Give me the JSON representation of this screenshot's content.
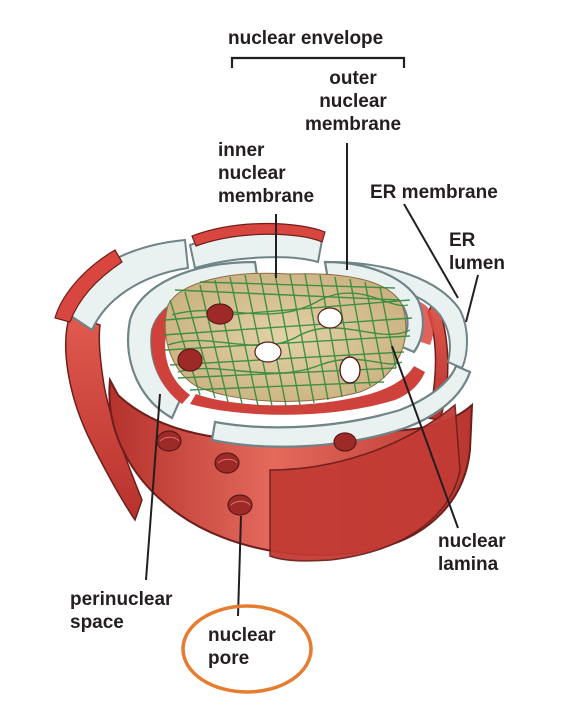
{
  "labels": {
    "nuclear_envelope": "nuclear envelope",
    "outer_membrane": [
      "outer",
      "nuclear",
      "membrane"
    ],
    "inner_membrane": [
      "inner",
      "nuclear",
      "membrane"
    ],
    "er_membrane": "ER membrane",
    "er_lumen": [
      "ER",
      "lumen"
    ],
    "nuclear_lamina": [
      "nuclear",
      "lamina"
    ],
    "perinuclear_space": [
      "perinuclear",
      "space"
    ],
    "nuclear_pore": [
      "nuclear",
      "pore"
    ]
  },
  "colors": {
    "membrane_red": "#d9463f",
    "membrane_dark": "#a8302c",
    "membrane_light": "#ea8a7d",
    "lumen_fill": "#e9f1f1",
    "lumen_edge": "#8fa3a6",
    "nucleoplasm": "#d8c49a",
    "lamina_green": "#2f8a3c",
    "pore_red": "#9e2a28",
    "highlight_circle": "#e57c2f",
    "label_text": "#231f20"
  }
}
